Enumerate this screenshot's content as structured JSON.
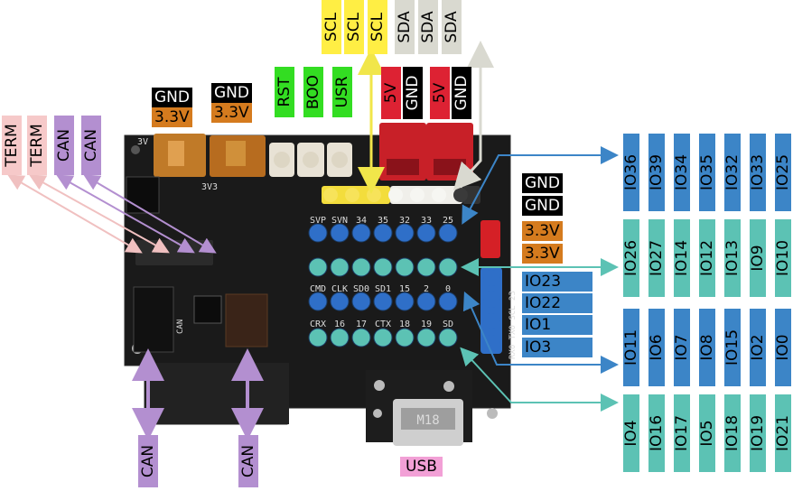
{
  "colors": {
    "gnd": "#000000",
    "v33": "#d57b1e",
    "rst_boo_usr": "#33dd22",
    "v5": "#dd2233",
    "scl": "#ffee44",
    "sda": "#d9d9d0",
    "term": "#f6c9c9",
    "can": "#b38fd0",
    "io_blue": "#3c85c7",
    "io_teal": "#5cc2b4",
    "usb": "#f2a0d6"
  },
  "top_left_power": {
    "gnd_1": "GND",
    "v33_1": "3.3V",
    "gnd_2": "GND",
    "v33_2": "3.3V"
  },
  "buttons": {
    "rst": "RST",
    "boo": "BOO",
    "usr": "USR"
  },
  "i2c_top": {
    "scl": [
      "SCL",
      "SCL",
      "SCL"
    ],
    "sda": [
      "SDA",
      "SDA",
      "SDA"
    ]
  },
  "power_top": {
    "v5_1": "5V",
    "gnd_1": "GND",
    "v5_2": "5V",
    "gnd_2": "GND"
  },
  "left_labels": {
    "term": [
      "TERM",
      "TERM"
    ],
    "can": [
      "CAN",
      "CAN"
    ]
  },
  "bottom_can": [
    "CAN",
    "CAN"
  ],
  "usb": "USB",
  "right_power": [
    "GND",
    "GND",
    "3.3V",
    "3.3V"
  ],
  "right_io_side": [
    "IO23",
    "IO22",
    "IO1",
    "IO3"
  ],
  "io_columns": {
    "row1": [
      "IO36",
      "IO39",
      "IO34",
      "IO35",
      "IO32",
      "IO33",
      "IO25"
    ],
    "row2": [
      "IO26",
      "IO27",
      "IO14",
      "IO12",
      "IO13",
      "IO9",
      "IO10"
    ],
    "row3": [
      "IO11",
      "IO6",
      "IO7",
      "IO8",
      "IO15",
      "IO2",
      "IO0"
    ],
    "row4": [
      "IO4",
      "IO16",
      "IO17",
      "IO5",
      "IO18",
      "IO19",
      "IO21"
    ]
  },
  "board": {
    "silk_top": [
      "SVP",
      "SVN",
      "34",
      "35",
      "32",
      "33",
      "25"
    ],
    "silk_mid": [
      "CMD",
      "CLK",
      "SD0",
      "SD1",
      "15",
      "2",
      "0"
    ],
    "silk_bot": [
      "CRX",
      "16",
      "17",
      "CTX",
      "18",
      "19",
      "SD"
    ],
    "silk_side": "RX0 TX0 SCL 23",
    "label_3v3": "3V3",
    "label_3v": "3V",
    "label_can": "CAN",
    "chip_text": "M18"
  }
}
